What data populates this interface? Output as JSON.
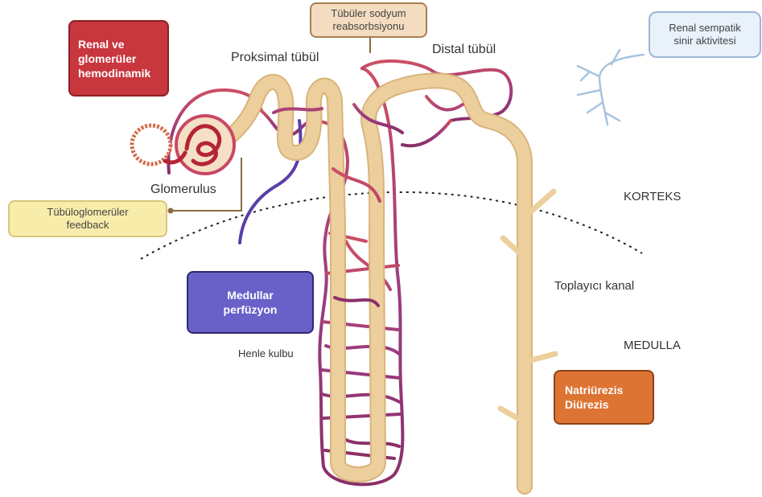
{
  "boxes": {
    "renal_hemo": {
      "text": "Renal ve\nglomerüler\nhemodinamik",
      "fill": "#c8363e",
      "border": "#8e1f26",
      "color": "#ffffff"
    },
    "sodium": {
      "text": "Tübüler sodyum\nreabsorbsiyonu",
      "fill": "#f3dcbf",
      "border": "#a88054",
      "color": "#444444"
    },
    "sympathetic": {
      "text": "Renal sempatik\nsinir aktivitesi",
      "fill": "#e9f1fb",
      "border": "#9cb6d6",
      "color": "#444444"
    },
    "feedback": {
      "text": "Tübüloglomerüler\nfeedback",
      "fill": "#f8ecaa",
      "border": "#d8c57c",
      "color": "#444444"
    },
    "medullar": {
      "text": "Medullar\nperfüzyon",
      "fill": "#6960c8",
      "border": "#302a6e",
      "color": "#ffffff"
    },
    "natriuresis": {
      "text": "Natriürezis\nDiürezis",
      "fill": "#de7433",
      "border": "#8c4416",
      "color": "#ffffff"
    }
  },
  "labels": {
    "proximal": "Proksimal tübül",
    "distal": "Distal tübül",
    "glomerulus": "Glomerulus",
    "cortex": "KORTEKS",
    "collecting": "Toplayıcı kanal",
    "medulla": "MEDULLA",
    "henle": "Henle kulbu"
  },
  "colors": {
    "tubule": "#edcf9e",
    "tubule_edge": "#d9b47a",
    "artery": "#c94766",
    "vein": "#5a3fa8",
    "nerve": "#a9c3de",
    "connector": "#8a6a42"
  }
}
